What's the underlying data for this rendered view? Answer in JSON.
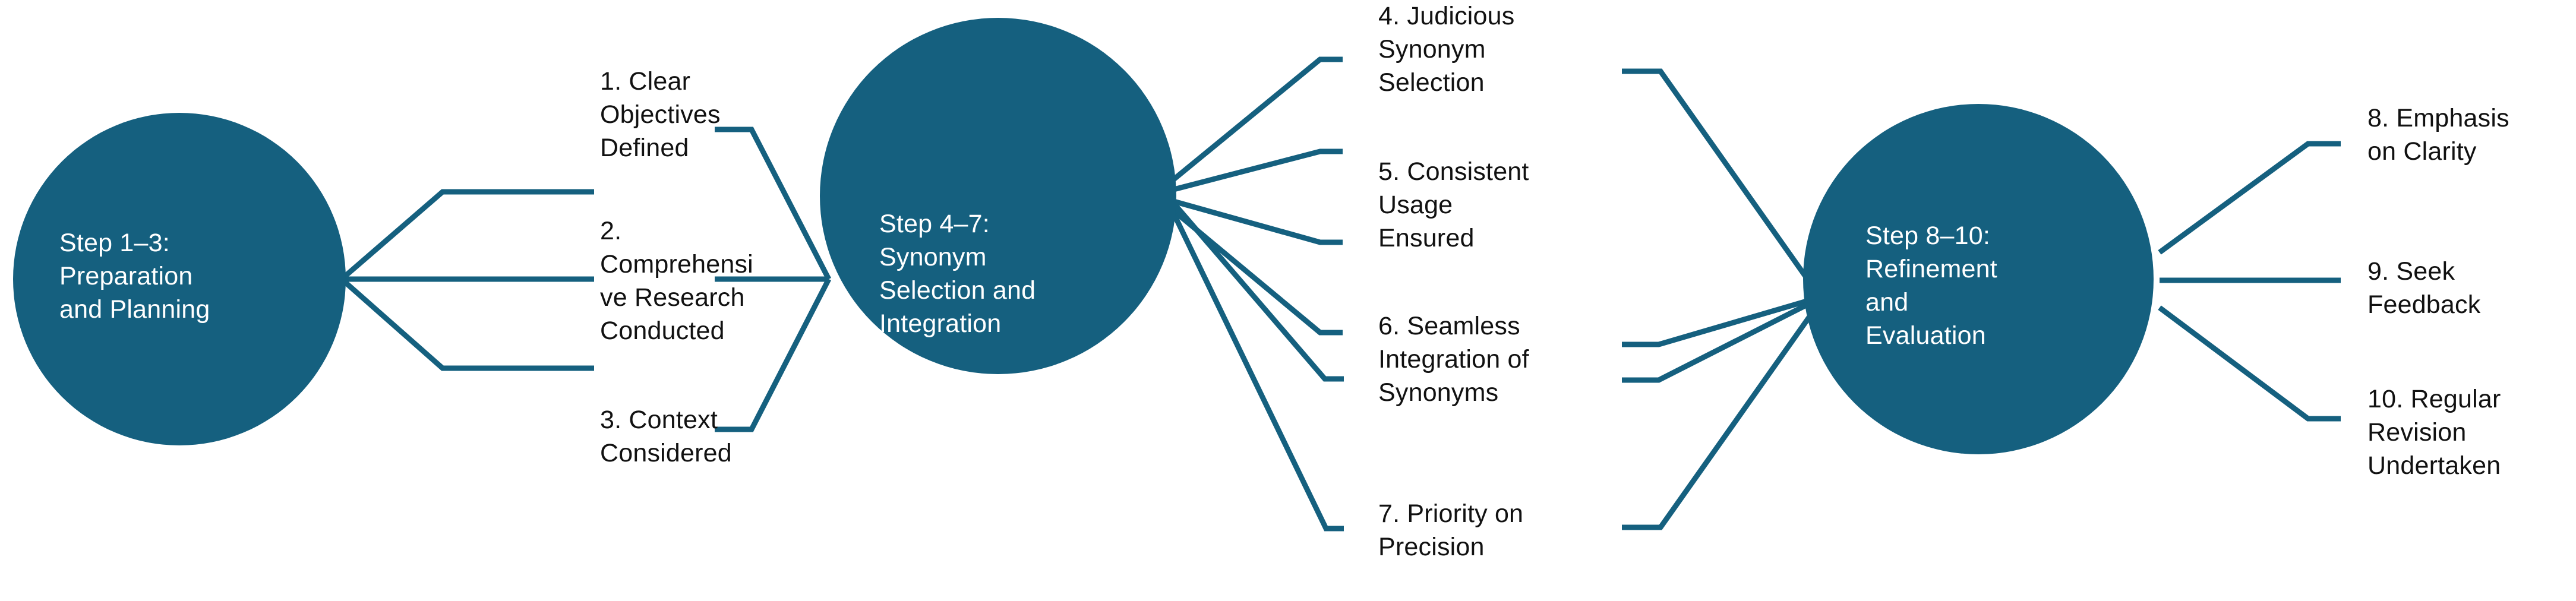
{
  "diagram": {
    "type": "process-flow",
    "orientation": "horizontal-left-to-right",
    "background_color": "#ffffff",
    "accent_color": "#15607f",
    "node_text_color": "#ffffff",
    "leaf_text_color": "#111111",
    "stages": [
      {
        "id": "stage-1",
        "node_label": "Step 1–3:\nPreparation\nand Planning",
        "leaves": [
          {
            "id": "leaf-1",
            "label": "1. Clear\nObjectives\nDefined"
          },
          {
            "id": "leaf-2",
            "label": "2.\nComprehensi\nve Research\nConducted"
          },
          {
            "id": "leaf-3",
            "label": "3. Context\nConsidered"
          }
        ]
      },
      {
        "id": "stage-2",
        "node_label": "Step 4–7:\nSynonym\nSelection and\nIntegration",
        "leaves": [
          {
            "id": "leaf-4",
            "label": "4. Judicious\nSynonym\nSelection"
          },
          {
            "id": "leaf-5",
            "label": "5. Consistent\nUsage\nEnsured"
          },
          {
            "id": "leaf-6",
            "label": "6. Seamless\nIntegration of\nSynonyms"
          },
          {
            "id": "leaf-7",
            "label": "7. Priority on\nPrecision"
          }
        ]
      },
      {
        "id": "stage-3",
        "node_label": "Step 8–10:\nRefinement\nand\nEvaluation",
        "leaves": [
          {
            "id": "leaf-8",
            "label": "8. Emphasis\non Clarity"
          },
          {
            "id": "leaf-9",
            "label": "9. Seek\nFeedback"
          },
          {
            "id": "leaf-10",
            "label": "10. Regular\nRevision\nUndertaken"
          }
        ]
      }
    ]
  }
}
